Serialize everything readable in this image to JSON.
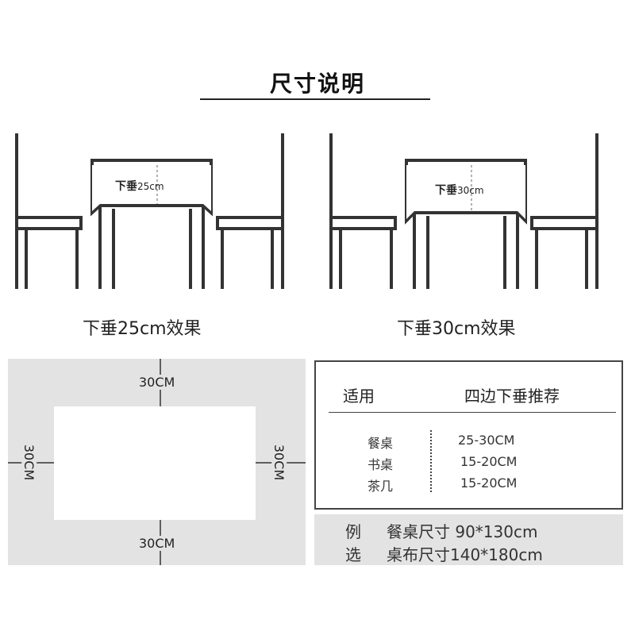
{
  "title": "尺寸说明",
  "illustrations": [
    {
      "label": "下垂",
      "value": "25cm",
      "caption": "下垂25cm效果"
    },
    {
      "label": "下垂",
      "value": "30cm",
      "caption": "下垂30cm效果"
    }
  ],
  "diagram": {
    "top": "30CM",
    "bottom": "30CM",
    "left": "30CM",
    "right": "30CM"
  },
  "table": {
    "header_left": "适用",
    "header_right": "四边下垂推荐",
    "rows": [
      {
        "name": "餐桌",
        "value": "25-30CM"
      },
      {
        "name": "书桌",
        "value": "15-20CM"
      },
      {
        "name": "茶几",
        "value": "15-20CM"
      }
    ]
  },
  "example": {
    "line1_prefix": "例",
    "line1_text": "餐桌尺寸 90*130cm",
    "line2_prefix": "选",
    "line2_text": "桌布尺寸140*180cm"
  },
  "colors": {
    "line": "#333333",
    "panel_bg": "#e3e3e3",
    "table_border": "#444444"
  }
}
